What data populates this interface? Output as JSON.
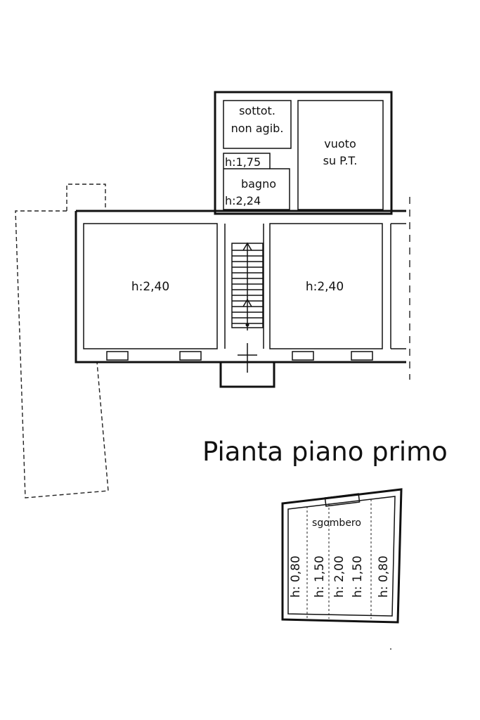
{
  "plan_title": "Pianta piano primo",
  "rooms": {
    "sottotetto": {
      "line1": "sottot.",
      "line2": "non agib."
    },
    "vuoto": {
      "line1": "vuoto",
      "line2": "su P.T."
    },
    "ripostiglio_height": "h:1,75",
    "bagno": {
      "name": "bagno",
      "height": "h:2,24"
    },
    "room_left_height": "h:2,40",
    "room_right_height": "h:2,40"
  },
  "sgombero": {
    "name": "sgombero",
    "heights": [
      "h: 0,80",
      "h: 1,50",
      "h: 2,00",
      "h: 1,50",
      "h: 0,80"
    ]
  }
}
